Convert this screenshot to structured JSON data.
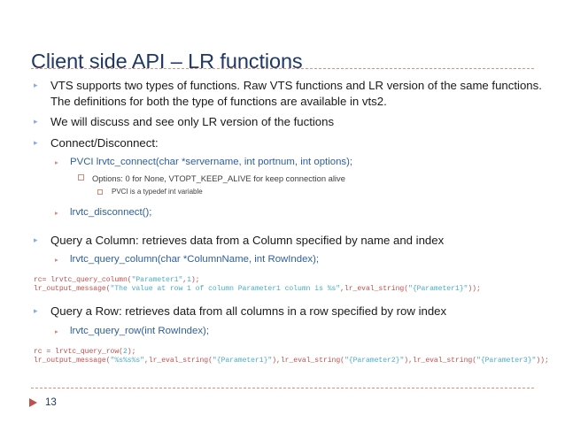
{
  "slide": {
    "title": "Client side API – LR functions",
    "page_number": "13",
    "accent_color": "#C0504D",
    "title_color": "#1F3864",
    "rule_color": "#E09080",
    "bullet_l1_color": "#8FAADC",
    "sub_text_color": "#2E5F9E",
    "code_color": "#C0504D",
    "code_string_color": "#4BACC6",
    "footer_arrow_icon": "play-triangle-icon"
  },
  "bullets": {
    "b1": "VTS supports two types of functions. Raw VTS functions and LR version of the same functions. The definitions for both the type of  functions are available in vts2.",
    "b2": "We will discuss and see only LR version of the fuctions",
    "b3": "Connect/Disconnect:",
    "b3_s1": "PVCI lrvtc_connect(char *servername, int portnum, int options);",
    "b3_s1_s1": "Options: 0 for None, VTOPT_KEEP_ALIVE for keep connection alive",
    "b3_s1_s1_s1": "PVCI  is a typedef int variable",
    "b3_s2": "lrvtc_disconnect();",
    "b4": "Query a Column: retrieves data from a Column specified by name and index",
    "b4_s1": "lrvtc_query_column(char *ColumnName, int RowIndex);",
    "b5": "Query a Row: retrieves data from all columns in a row specified by row index",
    "b5_s1": "lrvtc_query_row(int RowIndex);"
  },
  "code_column": {
    "line1_a": "rc= lrvtc_query_column(",
    "line1_str": "\"Parameter1\"",
    "line1_b": ",",
    "line1_num": "1",
    "line1_c": ");",
    "line2_a": "lr_output_message(",
    "line2_str1": "\"The value at row 1 of column Parameter1 column is %s\"",
    "line2_b": ",lr_eval_string(",
    "line2_str2": "\"{Parameter1}\"",
    "line2_c": "));"
  },
  "code_row": {
    "line1_a": "rc = lrvtc_query_row(",
    "line1_num": "2",
    "line1_b": ");",
    "line2_a": "lr_output_message(",
    "line2_str1": "\"%s%s%s\"",
    "line2_b": ",lr_eval_string(",
    "line2_str2": "\"{Parameter1}\"",
    "line2_c": "),lr_eval_string(",
    "line2_str3": "\"{Parameter2}\"",
    "line2_d": "),lr_eval_string(",
    "line2_str4": "\"{Parameter3}\"",
    "line2_e": "));"
  }
}
